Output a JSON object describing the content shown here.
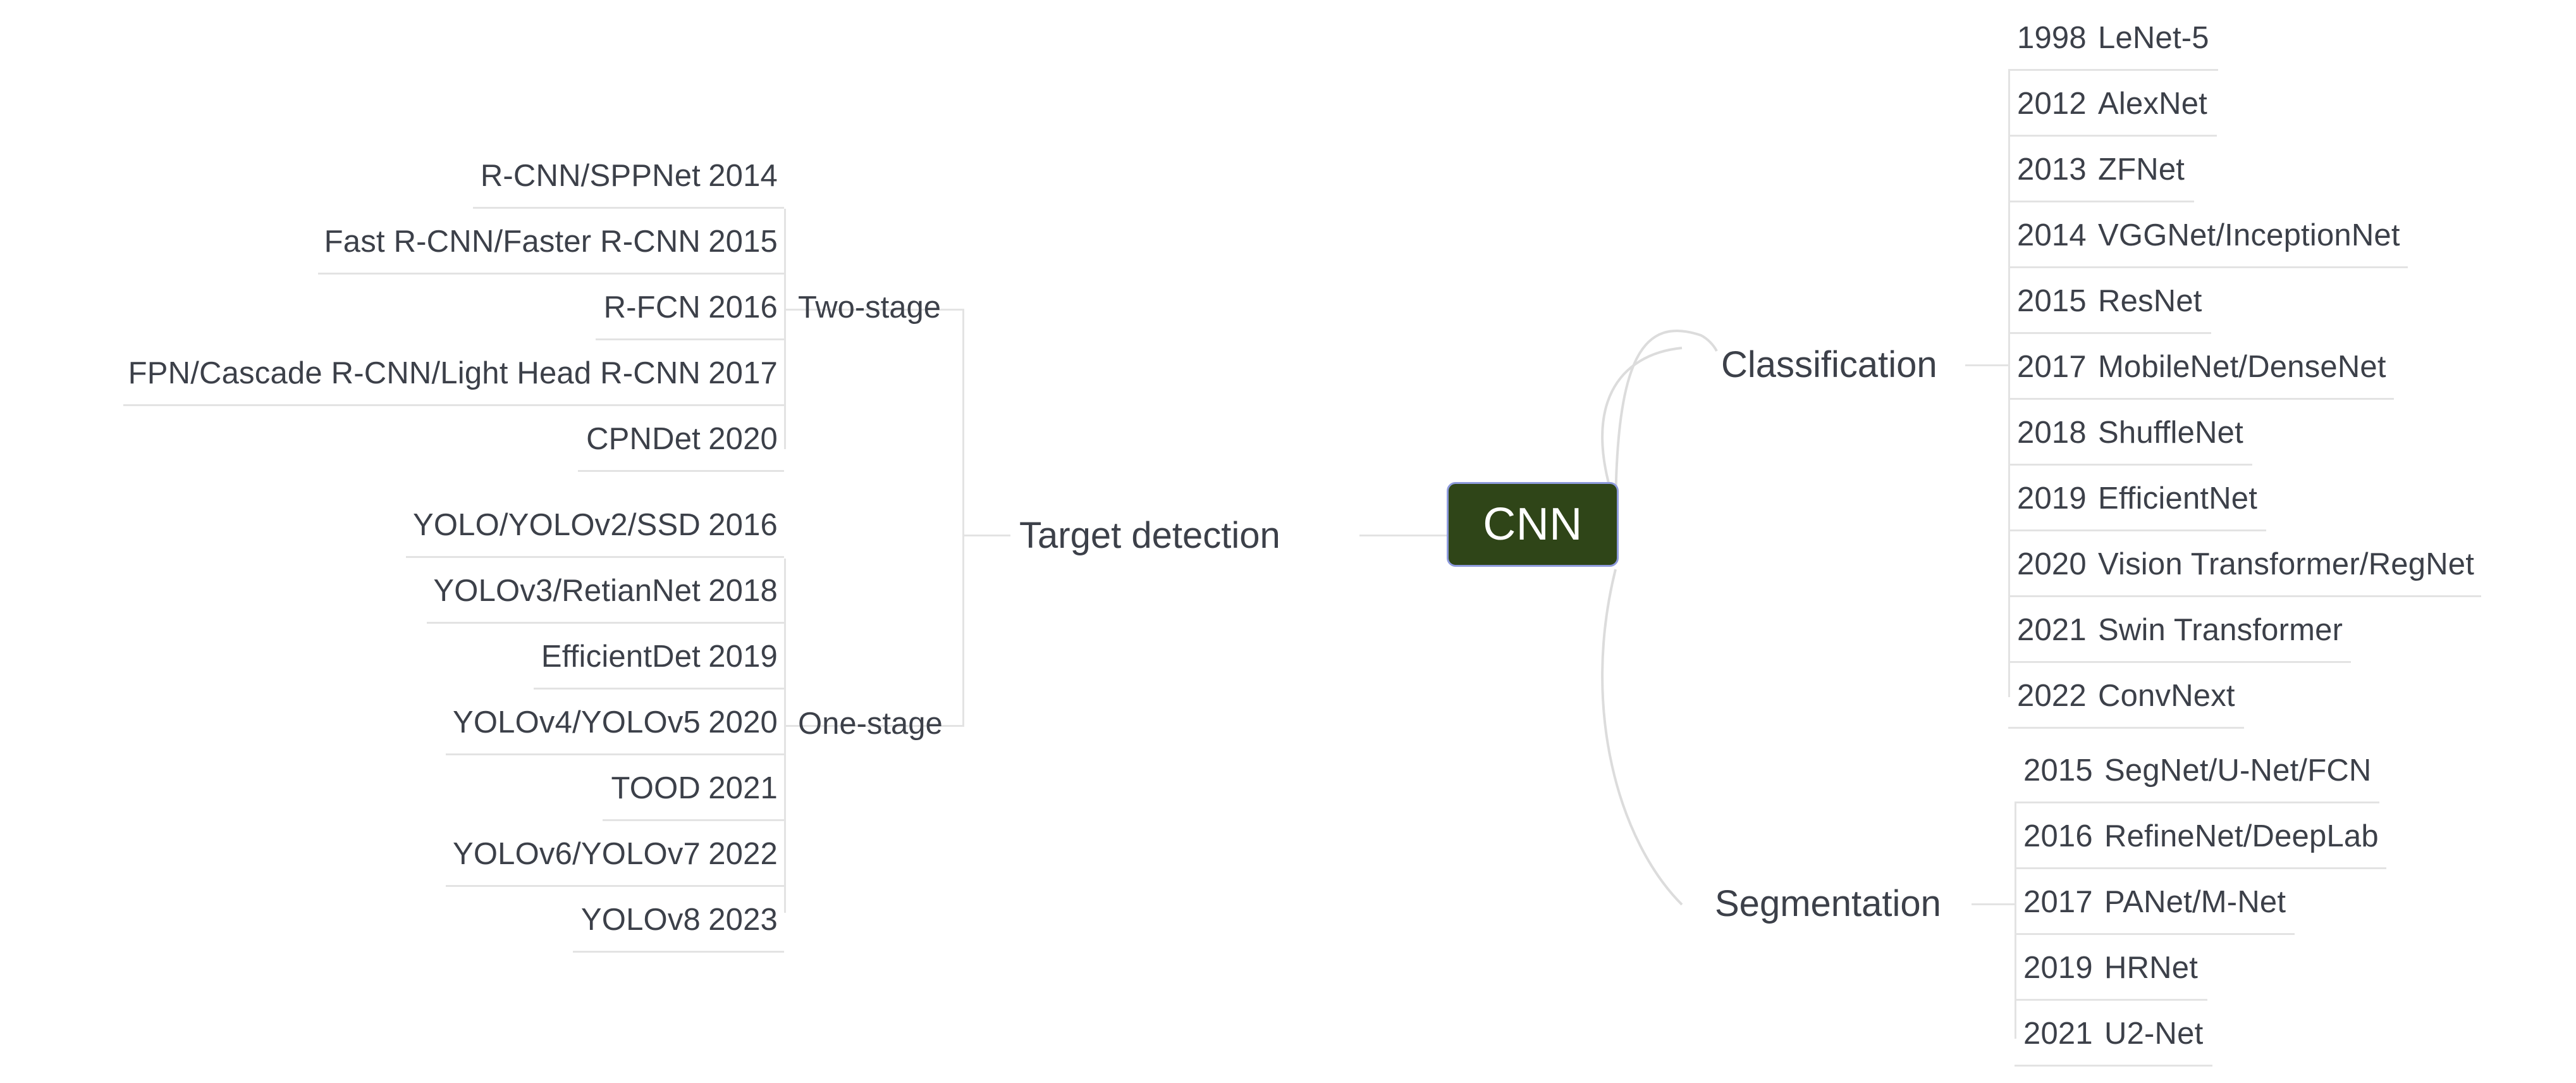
{
  "root": {
    "label": "CNN",
    "fill": "#2f4518",
    "border": "#8e9bdd",
    "text": "#ffffff"
  },
  "theme": {
    "line": "#e3e3e3",
    "text": "#3c4049",
    "background": "#ffffff"
  },
  "topics": {
    "target_detection": "Target detection",
    "classification": "Classification",
    "segmentation": "Segmentation"
  },
  "branches": {
    "two_stage": "Two-stage",
    "one_stage": "One-stage"
  },
  "two_stage_items": [
    {
      "name": "R-CNN/SPPNet",
      "year": "2014"
    },
    {
      "name": "Fast R-CNN/Faster R-CNN",
      "year": "2015"
    },
    {
      "name": "R-FCN",
      "year": "2016"
    },
    {
      "name": "FPN/Cascade R-CNN/Light Head R-CNN",
      "year": "2017"
    },
    {
      "name": "CPNDet",
      "year": "2020"
    }
  ],
  "one_stage_items": [
    {
      "name": "YOLO/YOLOv2/SSD",
      "year": "2016"
    },
    {
      "name": "YOLOv3/RetianNet",
      "year": "2018"
    },
    {
      "name": "EfficientDet",
      "year": "2019"
    },
    {
      "name": "YOLOv4/YOLOv5",
      "year": "2020"
    },
    {
      "name": "TOOD",
      "year": "2021"
    },
    {
      "name": "YOLOv6/YOLOv7",
      "year": "2022"
    },
    {
      "name": "YOLOv8",
      "year": "2023"
    }
  ],
  "classification_items": [
    {
      "year": "1998",
      "name": "LeNet-5"
    },
    {
      "year": "2012",
      "name": "AlexNet"
    },
    {
      "year": "2013",
      "name": "ZFNet"
    },
    {
      "year": "2014",
      "name": "VGGNet/InceptionNet"
    },
    {
      "year": "2015",
      "name": "ResNet"
    },
    {
      "year": "2017",
      "name": "MobileNet/DenseNet"
    },
    {
      "year": "2018",
      "name": "ShuffleNet"
    },
    {
      "year": "2019",
      "name": "EfficientNet"
    },
    {
      "year": "2020",
      "name": "Vision Transformer/RegNet"
    },
    {
      "year": "2021",
      "name": "Swin Transformer"
    },
    {
      "year": "2022",
      "name": "ConvNext"
    }
  ],
  "segmentation_items": [
    {
      "year": "2015",
      "name": "SegNet/U-Net/FCN"
    },
    {
      "year": "2016",
      "name": "RefineNet/DeepLab"
    },
    {
      "year": "2017",
      "name": "PANet/M-Net"
    },
    {
      "year": "2019",
      "name": "HRNet"
    },
    {
      "year": "2021",
      "name": "U2-Net"
    }
  ]
}
